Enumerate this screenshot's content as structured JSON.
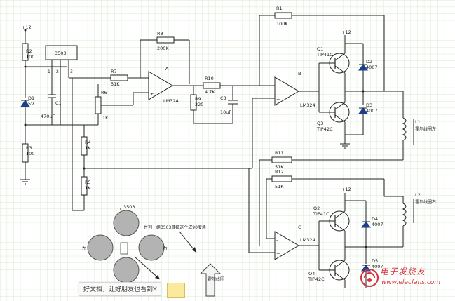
{
  "diagram": {
    "supply": "+12",
    "supply_q1": "+12",
    "supply_q2": "+12",
    "ic": "3503",
    "r1": {
      "ref": "R1",
      "val": "100K"
    },
    "r2": {
      "ref": "R2",
      "val": "100"
    },
    "r3": {
      "ref": "R3",
      "val": "100"
    },
    "r4": {
      "ref": "R4",
      "val": "1K"
    },
    "r5": {
      "ref": "R5",
      "val": "1K"
    },
    "r6": {
      "ref": "R6",
      "val": "1K"
    },
    "r7": {
      "ref": "R7",
      "val": "51K"
    },
    "r8": {
      "ref": "R8",
      "val": "200K"
    },
    "r9": {
      "ref": "R9",
      "val": "220"
    },
    "r10": {
      "ref": "R10",
      "val": "4.7K"
    },
    "r11": {
      "ref": "R11",
      "val": "51K"
    },
    "r12": {
      "ref": "R12",
      "val": "51K"
    },
    "c1": {
      "ref": "C1",
      "val": "470uF"
    },
    "c3": {
      "ref": "C3",
      "val": "10uF"
    },
    "d1": {
      "ref": "D1",
      "val": "5V"
    },
    "d2": {
      "ref": "D2",
      "val": "4007"
    },
    "d3": {
      "ref": "D3",
      "val": "4007"
    },
    "d4": {
      "ref": "D4",
      "val": "4007"
    },
    "d5": {
      "ref": "D5",
      "val": "4007"
    },
    "q1": {
      "ref": "Q1",
      "val": "TIP41C"
    },
    "q2": {
      "ref": "Q2",
      "val": "TIP41C"
    },
    "q3": {
      "ref": "Q3",
      "val": "TIP42C"
    },
    "q4": {
      "ref": "Q4",
      "val": "TIP42C"
    },
    "opamp_a": {
      "ref": "A",
      "val": "LM324"
    },
    "opamp_b": {
      "ref": "B",
      "val": "LM324"
    },
    "opamp_c": {
      "ref": "C",
      "val": "LM324"
    },
    "l1": {
      "ref": "L1",
      "val": "霍尔线圈左"
    },
    "l2": {
      "ref": "L2",
      "val": "霍尔线圈右"
    },
    "pin1": "1",
    "pin2": "2",
    "pin3": "3",
    "sensor_chip": "3503",
    "left_label": "左",
    "right_label": "右",
    "note": "并列一组3503且都这个成90度角",
    "arrow_label": "霍尔线圈"
  },
  "share_bar": {
    "text": "好文档，让好朋友也看到",
    "close": "✕"
  },
  "watermark": {
    "text": "电子发烧友",
    "url": "www.elecfans.com"
  }
}
